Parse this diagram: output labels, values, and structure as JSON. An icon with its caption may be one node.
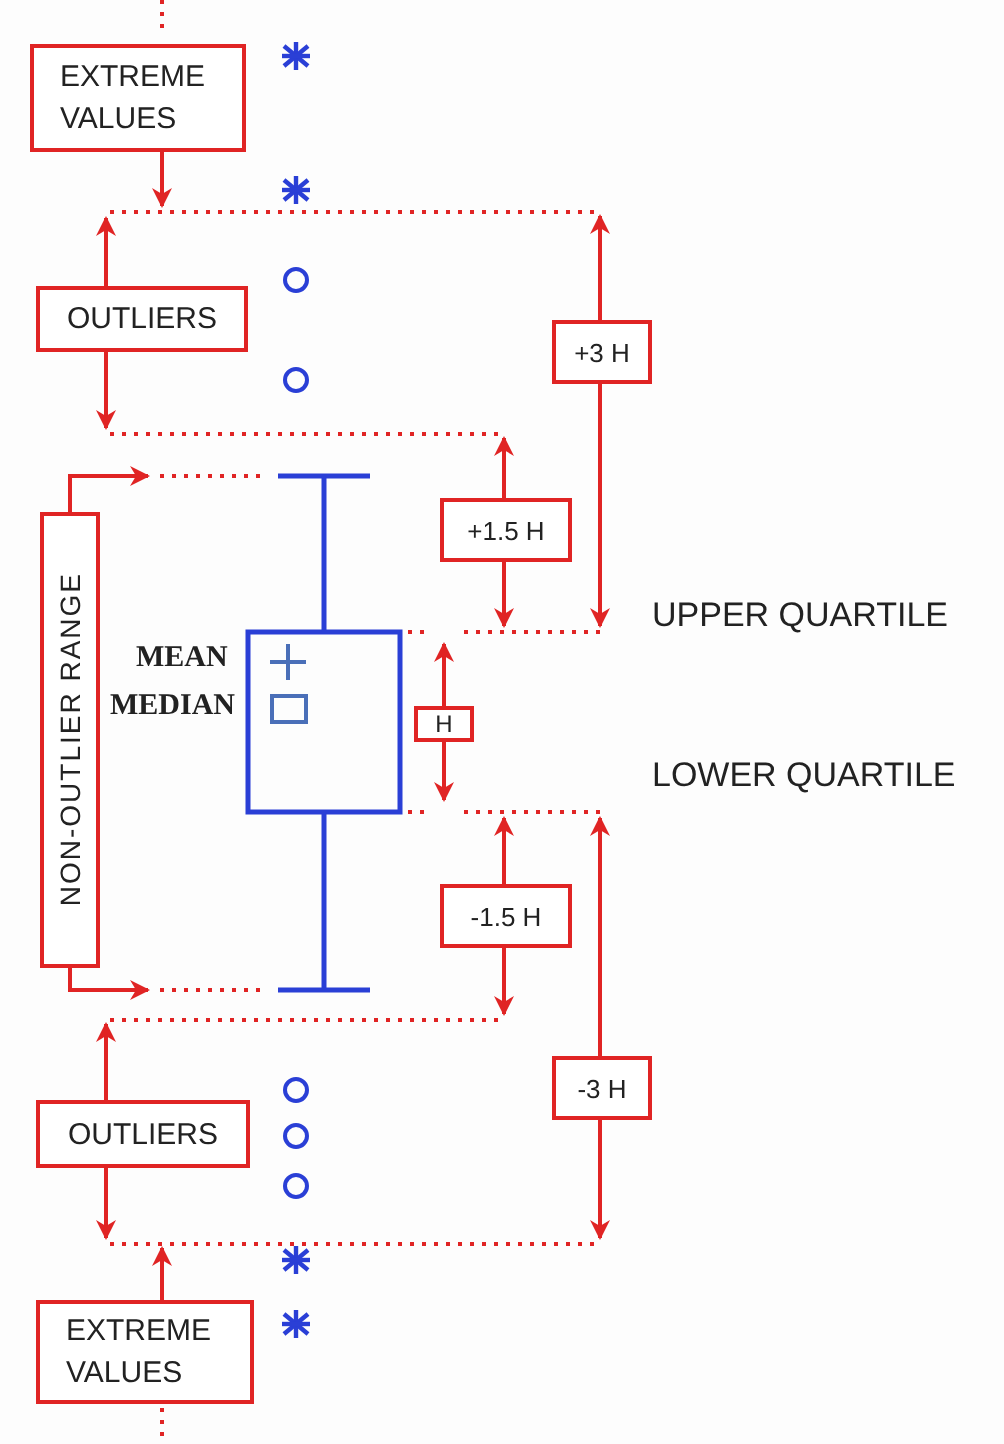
{
  "diagram": {
    "nodes": [
      {
        "text": [
          "EXTREME VALUES"
        ]
      },
      {
        "text": [
          "OUTLIERS"
        ]
      },
      {
        "text": [
          "NON-OUTLIER RANGE"
        ]
      },
      {
        "text": [
          "+3 H"
        ]
      },
      {
        "text": [
          "+1.5 H"
        ]
      },
      {
        "text": [
          "H"
        ]
      },
      {
        "text": [
          "-1.5 H"
        ]
      },
      {
        "text": [
          "-3 H"
        ]
      },
      {
        "text": [
          "OUTLIERS"
        ]
      },
      {
        "text": [
          "EXTREME VALUES"
        ]
      }
    ],
    "edges": [
      {
        "from": 0,
        "to": null,
        "arrow": "to"
      },
      {
        "from": 1,
        "to": null,
        "arrow": "to"
      },
      {
        "from": 1,
        "to": null,
        "arrow": "to"
      },
      {
        "from": 2,
        "to": null,
        "arrow": "to"
      },
      {
        "from": 2,
        "to": null,
        "arrow": "to"
      },
      {
        "from": 3,
        "to": null,
        "arrow": "to"
      },
      {
        "from": 3,
        "to": null,
        "arrow": "to"
      },
      {
        "from": 4,
        "to": null,
        "arrow": "to"
      },
      {
        "from": 4,
        "to": null,
        "arrow": "to"
      },
      {
        "from": 5,
        "to": null,
        "arrow": "to"
      },
      {
        "from": 5,
        "to": null,
        "arrow": "to"
      },
      {
        "from": 6,
        "to": null,
        "arrow": "to"
      },
      {
        "from": 6,
        "to": null,
        "arrow": "to"
      },
      {
        "from": 7,
        "to": null,
        "arrow": "to"
      },
      {
        "from": 7,
        "to": null,
        "arrow": "to"
      },
      {
        "from": 8,
        "to": null,
        "arrow": "to"
      },
      {
        "from": 8,
        "to": null,
        "arrow": "to"
      },
      {
        "from": 9,
        "to": null,
        "arrow": "to"
      }
    ],
    "labels": [
      "UPPER QUARTILE",
      "MEAN",
      "MEDIAN",
      "LOWER QUARTILE"
    ]
  }
}
